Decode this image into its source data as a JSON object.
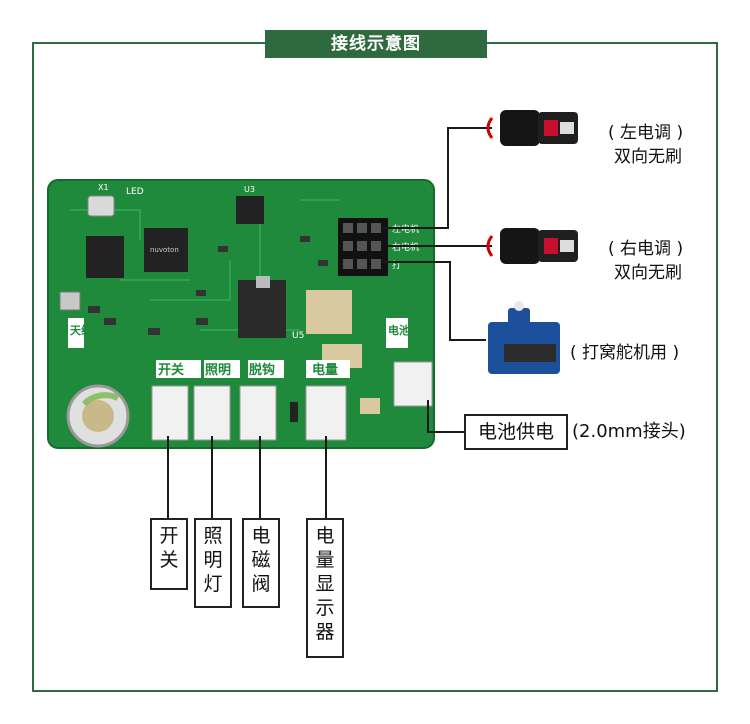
{
  "title": "接线示意图",
  "right_labels": {
    "esc_left_line1": "( 左电调 )",
    "esc_left_line2": "双向无刷",
    "esc_right_line1": "( 右电调 )",
    "esc_right_line2": "双向无刷",
    "servo": "( 打窝舵机用 )",
    "battery_box": "电池供电",
    "battery_note": "(2.0mm接头)"
  },
  "bottom_labels": {
    "switch": [
      "开",
      "关"
    ],
    "light": [
      "照",
      "明",
      "灯"
    ],
    "solenoid": [
      "电",
      "磁",
      "阀"
    ],
    "meter": [
      "电",
      "量",
      "显",
      "示",
      "器"
    ]
  },
  "board_text": {
    "antenna": "天线",
    "switch_silk": "开关",
    "light_silk": "照明",
    "solenoid_silk": "脱钩",
    "meter_silk": "电量",
    "battery_silk": "电池",
    "left_esc_silk": "左电机",
    "right_esc_silk": "右电机",
    "servo_silk": "打",
    "u5": "U5",
    "u3": "U3",
    "led": "LED",
    "x1": "X1",
    "chip": "nuvoton"
  },
  "colors": {
    "frame": "#2e6b3f",
    "pcb": "#1f8a3c",
    "wire": "#1a1a1a"
  }
}
